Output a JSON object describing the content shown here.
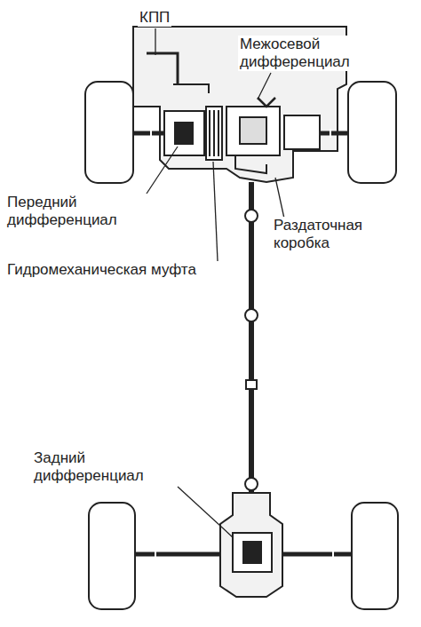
{
  "diagram": {
    "labels": [
      "КПП",
      "Межосевой дифференциал",
      "Передний дифференциал",
      "Раздаточная коробка",
      "Гидромеханическая муфта",
      "Задний дифференциал"
    ]
  }
}
